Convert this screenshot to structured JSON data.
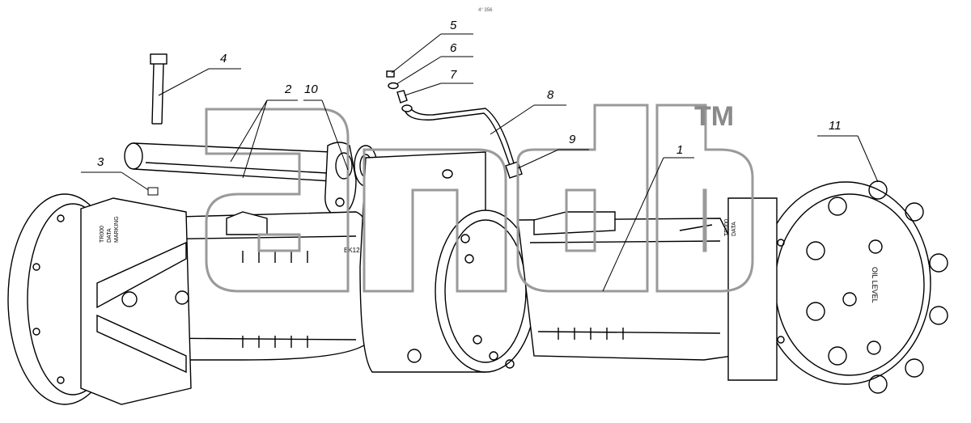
{
  "header_text": "4° 356",
  "watermark": {
    "letters": [
      "a",
      "n",
      "d",
      "b"
    ],
    "trademark": "TM",
    "color": "#9a9a9a"
  },
  "callouts": [
    {
      "id": "1",
      "label": "1"
    },
    {
      "id": "2",
      "label": "2"
    },
    {
      "id": "3",
      "label": "3"
    },
    {
      "id": "4",
      "label": "4"
    },
    {
      "id": "5",
      "label": "5"
    },
    {
      "id": "6",
      "label": "6"
    },
    {
      "id": "7",
      "label": "7"
    },
    {
      "id": "8",
      "label": "8"
    },
    {
      "id": "9",
      "label": "9"
    },
    {
      "id": "10",
      "label": "10"
    },
    {
      "id": "11",
      "label": "11"
    }
  ],
  "part_markings": {
    "left_plate": [
      "TR000",
      "DATA",
      "MARKING"
    ],
    "right_plate": [
      "TR000",
      "DATA"
    ],
    "hub_text": "OIL LEVEL",
    "housing_code": "BK12"
  },
  "colors": {
    "line": "#000000",
    "watermark": "#9a9a9a"
  }
}
